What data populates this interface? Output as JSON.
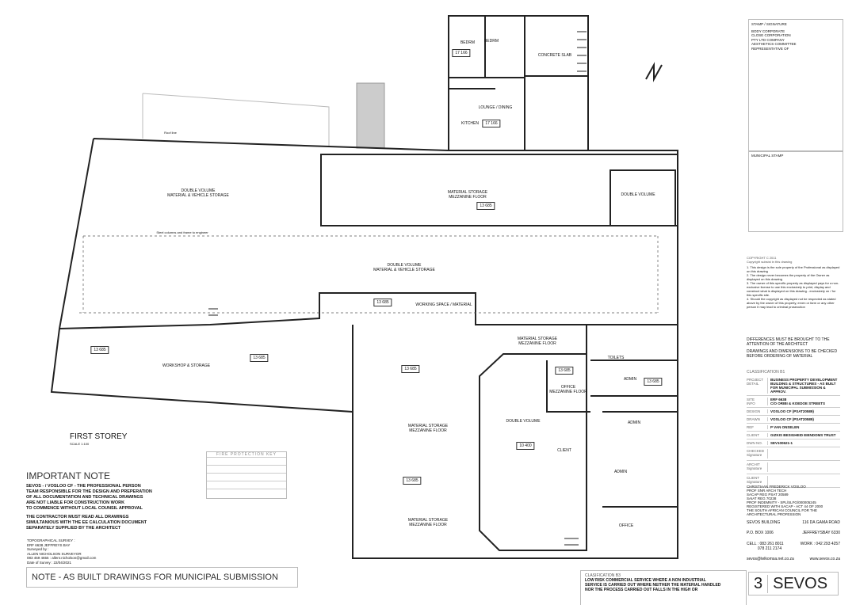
{
  "plan": {
    "title": "FIRST STOREY",
    "scale": "SCALE 1:100",
    "rooms": {
      "bedrm1": "BEDRM",
      "bedrm2": "BEDRM",
      "concrete_slab": "CONCRETE SLAB",
      "lounge": "LOUNGE / DINING",
      "kitchen": "KITCHEN",
      "dv_storage_top": "DOUBLE VOLUME\nMATERIAL & VEHICLE STORAGE",
      "mezz_top": "MATERIAL STORAGE\nMEZZANINE FLOOR",
      "dv_top_right": "DOUBLE VOLUME",
      "dv_storage_mid": "DOUBLE VOLUME\nMATERIAL & VEHICLE STORAGE",
      "working_space": "WORKING SPACE / MATERIAL",
      "workshop": "WORKSHOP & STORAGE",
      "mezz_lower_top": "MATERIAL STORAGE\nMEZZANINE FLOOR",
      "office_mezz": "OFFICE\nMEZZANINE FLOOR",
      "toilets": "TOILETS",
      "admin1": "ADMIN",
      "admin2": "ADMIN",
      "admin3": "ADMIN",
      "dv_lower": "DOUBLE VOLUME",
      "mezz_lower_mid": "MATERIAL STORAGE\nMEZZANINE FLOOR",
      "mezz_lower_bottom": "MATERIAL STORAGE\nMEZZANINE FLOOR",
      "office": "OFFICE",
      "client": "CLIENT"
    },
    "areas": {
      "a1": "17 166",
      "a2": "17 166",
      "a3": "13 685",
      "a4": "13 685",
      "a5": "13 685",
      "a6": "13 685",
      "a7": "13 685",
      "a8": "13 685",
      "a9": "13 685",
      "a10": "13 685",
      "a11": "10 400"
    },
    "notes": {
      "roof_line": "Roof line",
      "steel": "Steel columns and frame to engineer"
    }
  },
  "fire_key": {
    "title": "FIRE PROTECTION KEY"
  },
  "important": {
    "title": "IMPORTANT NOTE",
    "p1": "SEVOS - / VOSLOO CF -  THE PROFESSIONAL PERSON\nTEAM RESPONSIBLE FOR THE DESIGN AND PREPERATION\nOF ALL DOCUMENTATION AND TECHNICAL DRAWINGS\nARE NOT LIABLE FOR CONSTRUCTION WORK\nTO COMMENCE WITHOUT LOCAL COUNSIL APPROVAL",
    "p2": "THE CONTRACTOR MUST READ ALL DRAWINGS\nSIMULTANIOUS WITH THE EE CALCULATION DOCUMENT\nSEPARATELY SUPPLIED BY THE ARCHITECT",
    "survey": "TOPOGRAPHICAL SURVEY :\nERF 6638 JEFFREYS BAY\nSurveyed by :\nALLEN NICHOLSON SURVEYOR\n083 459 4655  : allenr.nicholson@gmail.com\nDate of Survey : 22/04/2021"
  },
  "banner": "NOTE - AS BUILT DRAWINGS FOR MUNICIPAL SUBMISSION",
  "classification_b3": {
    "title": "CLASIFICATION B3",
    "text": "LOW RISK COMMERCIAL SERVICE WHERE A NON INDUSTRIAL\nSERVICE IS CARRIED OUT WHERE NEITHER THE MATERIAL HANDLED\nNOR THE PROCESS CARRIED OUT FALLS IN THE HIGH OR"
  },
  "title_block": {
    "stamp_title": "STAMP / SIGNATURE",
    "stamp_text": "BODY CORPORATE\nCLOSE CORPORATION\nPTY LTD COMPANY\nAESTHETICS COMMITTEE\nREPRESENTATIVE OF",
    "municipal": "MUNICIPAL STAMP",
    "copyright_title": "COPYRIGHT C 2011\nCopyright subsist in this drawing",
    "copyright": "1. This design is the sole property of the Professional as displayed on this drawing\n2. The design never becomes the property of the Owner as displayed on this drawing\n3. The owner of this specific property as displayed pays for a non-exclusive license to use this exclusively to print, display and construct what is displayed on this drawing - exclusively on / for this specific site.\n4. Should the copyright as displayed not be respected as stated above by the owner of this property, erven or farm or any other person it may lead to criminal prosecution",
    "diff": "DIFFERENCES MUST BE BROUGHT TO THE\nATTENTION OF THE ARCHITECT",
    "dims": "DRAWINGS AND DIMENSIONS TO BE CHECKED\nBEFORE ORDERING OF MATERIAL",
    "classification": "CLASSIFICATION  B1",
    "rows": [
      {
        "k": "PROJECT\nDETAIL",
        "v": "BUSINESS PROPERTY DEVELOPMENT\nBUILDING & STRUCTURES - AS BUILT\nFOR MUNICIPAL SUBMISSION & APPROV."
      },
      {
        "k": "SITE\nINFO",
        "v": "ERF 6638\nC/O ORIBI & KOEDOE STREETS"
      },
      {
        "k": "DESIGN",
        "v": "VOSLOO CF (PSAT20589)"
      },
      {
        "k": "DRAWN",
        "v": "VOSLOO CF (PSAT20589)"
      },
      {
        "k": "REF",
        "v": "P VAN ONSELEN"
      },
      {
        "k": "CLIENT",
        "v": "GIZKIS BESIGHEID EIENDOMS TRUST"
      },
      {
        "k": "DWN NO.",
        "v": "SEV100621-1"
      },
      {
        "k": "CHECKED\nSignature",
        "v": ""
      },
      {
        "k": "ARCHIT\nSignature",
        "v": ""
      },
      {
        "k": "CLIENT\nSignature",
        "v": ""
      }
    ],
    "architect": "CHRISTIAAN FREDERICK VOSLOO\nPROF SNR ARCH TECH\nSACAP REG PSAT 20589\nSAIAT REG 70238\nPROF INDEMNITY - SPL/SLFG/000005245\nREGISTERED WITH SACAP -  ACT 44 OF 2000\nTHE SOUTH AFRICAN COUNCIL FOR THE\nARCHITECTURAL PROFESSION",
    "building": "SEVOS BUILDING",
    "road": "116 DA GAMA ROAD",
    "pobox": "P.O. BOX 1006",
    "town": "JEFFREYSBAY 6330",
    "cell": "CELL : 083 261 8011\n          078 211 2174",
    "work": "WORK : 042 293 4257",
    "email": "sevos@telkomsa.net.co.za",
    "web": "www.sevos.co.za",
    "sheet": "3",
    "brand": "SEVOS"
  }
}
